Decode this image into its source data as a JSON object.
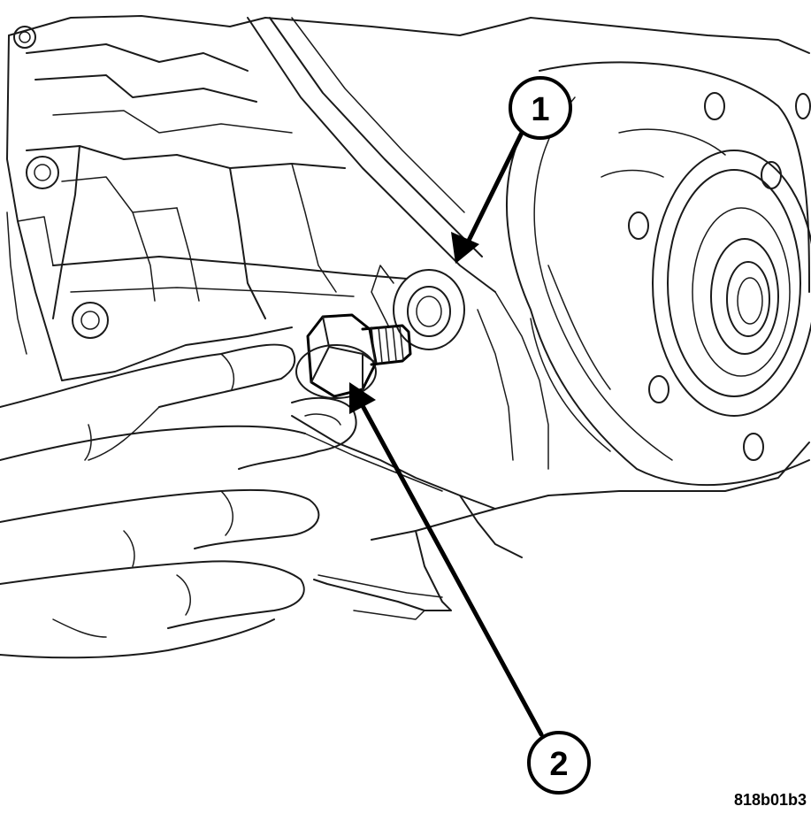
{
  "figure": {
    "callouts": [
      {
        "id": "callout-1",
        "label": "1"
      },
      {
        "id": "callout-2",
        "label": "2"
      }
    ],
    "figure_code": "818b01b3"
  }
}
